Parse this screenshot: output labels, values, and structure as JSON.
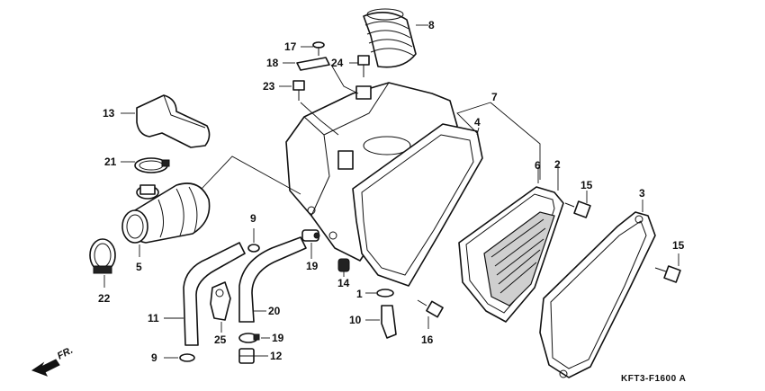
{
  "callouts": [
    "1",
    "2",
    "3",
    "4",
    "5",
    "6",
    "7",
    "8",
    "9",
    "9",
    "10",
    "11",
    "12",
    "13",
    "14",
    "15",
    "15",
    "16",
    "17",
    "18",
    "19",
    "19",
    "20",
    "21",
    "22",
    "23",
    "24",
    "25"
  ],
  "labels": {
    "p1": "1",
    "p2": "2",
    "p3": "3",
    "p4": "4",
    "p5": "5",
    "p6": "6",
    "p7": "7",
    "p8": "8",
    "p9a": "9",
    "p9b": "9",
    "p10": "10",
    "p11": "11",
    "p12": "12",
    "p13": "13",
    "p14": "14",
    "p15a": "15",
    "p15b": "15",
    "p16": "16",
    "p17": "17",
    "p18": "18",
    "p19a": "19",
    "p19b": "19",
    "p20": "20",
    "p21": "21",
    "p22": "22",
    "p23": "23",
    "p24": "24",
    "p25": "25"
  },
  "diagram_code": "KFT3-F1600 A",
  "direction_label": "FR."
}
